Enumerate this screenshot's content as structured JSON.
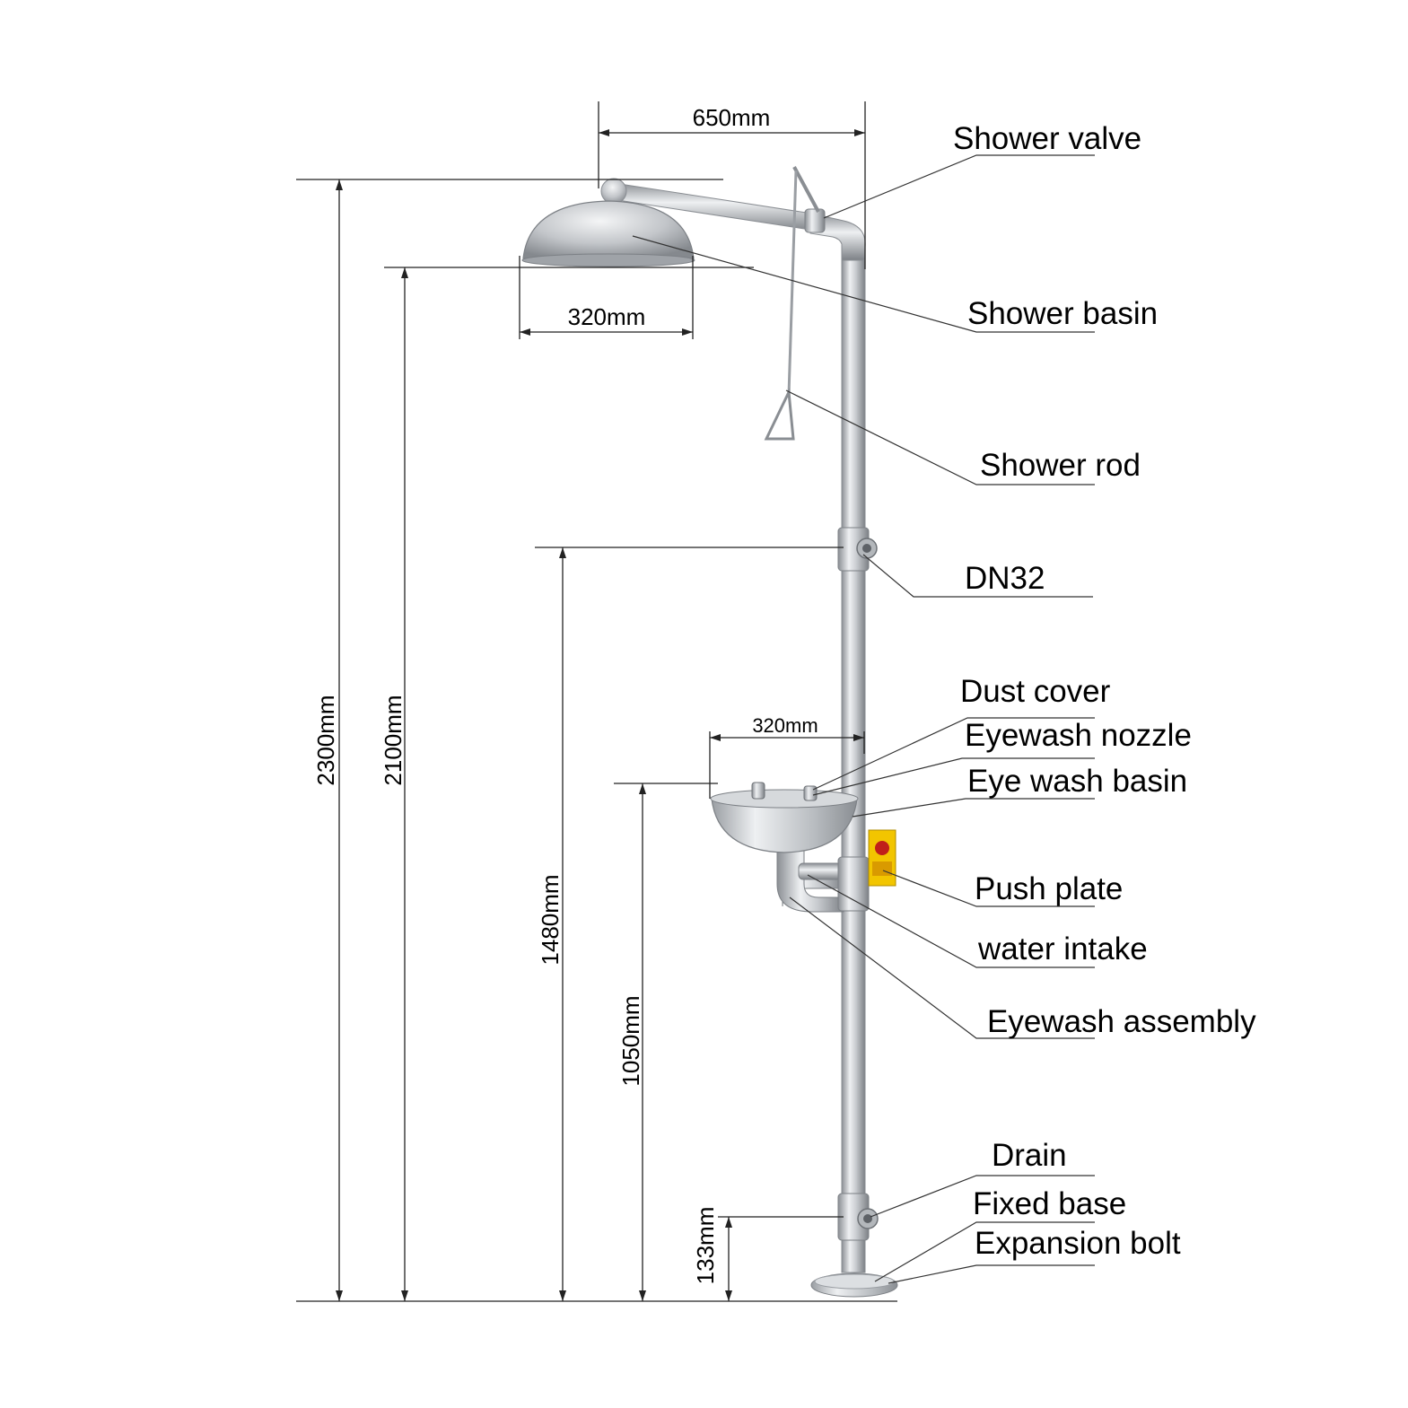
{
  "labels": {
    "shower_valve": "Shower valve",
    "shower_basin": "Shower basin",
    "shower_rod": "Shower rod",
    "dn32": "DN32",
    "dust_cover": "Dust cover",
    "eyewash_nozzle": "Eyewash nozzle",
    "eye_wash_basin": "Eye wash basin",
    "push_plate": "Push plate",
    "water_intake": "water intake",
    "eyewash_assembly": "Eyewash assembly",
    "drain": "Drain",
    "fixed_base": "Fixed base",
    "expansion_bolt": "Expansion bolt"
  },
  "dimensions": {
    "arm_reach": "650mm",
    "shower_head_diameter": "320mm",
    "eyewash_bowl_diameter": "320mm",
    "total_height": "2300mm",
    "shower_head_height": "2100mm",
    "dn32_height": "1480mm",
    "eyewash_height": "1050mm",
    "drain_height": "133mm"
  },
  "colors": {
    "steel_light": "#e6e8ea",
    "steel_mid": "#b8bcc0",
    "steel_dark": "#7d8186",
    "sign_yellow": "#f2c500",
    "sign_red": "#c0201a"
  }
}
